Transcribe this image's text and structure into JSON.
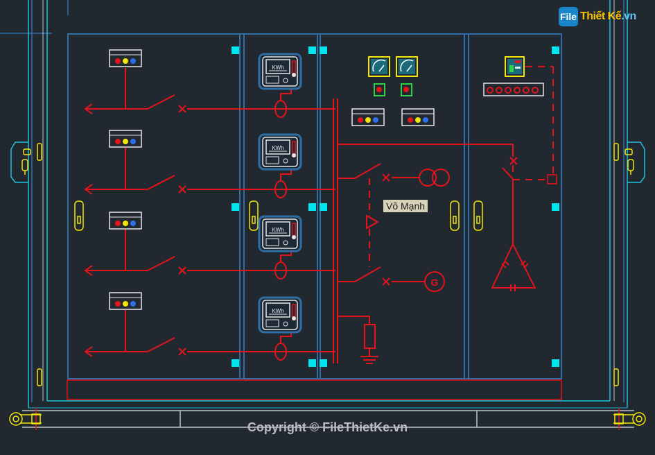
{
  "watermark": {
    "logo_badge": "File",
    "logo_main": "Thiết Kế",
    "logo_suffix": ".vn",
    "copyright": "Copyright © FileThietKe.vn"
  },
  "drawing": {
    "author_tag": "Võ Mạnh",
    "meter_label": "KWh",
    "generator_label": "G"
  },
  "colors": {
    "background": "#212830",
    "panel_border": "#2f6fa6",
    "circuit": "#e3141c",
    "enclosure": "#20c0d8",
    "hinge": "#f5e60a",
    "terminal": "#00e5ee"
  },
  "icons": [
    "outgoing-arrow",
    "circuit-breaker",
    "current-transformer",
    "kwh-meter",
    "indicator-lamp-panel",
    "voltage-transformer",
    "generator-symbol",
    "capacitor-bank",
    "ground-resistor",
    "door-handle",
    "hinge"
  ]
}
